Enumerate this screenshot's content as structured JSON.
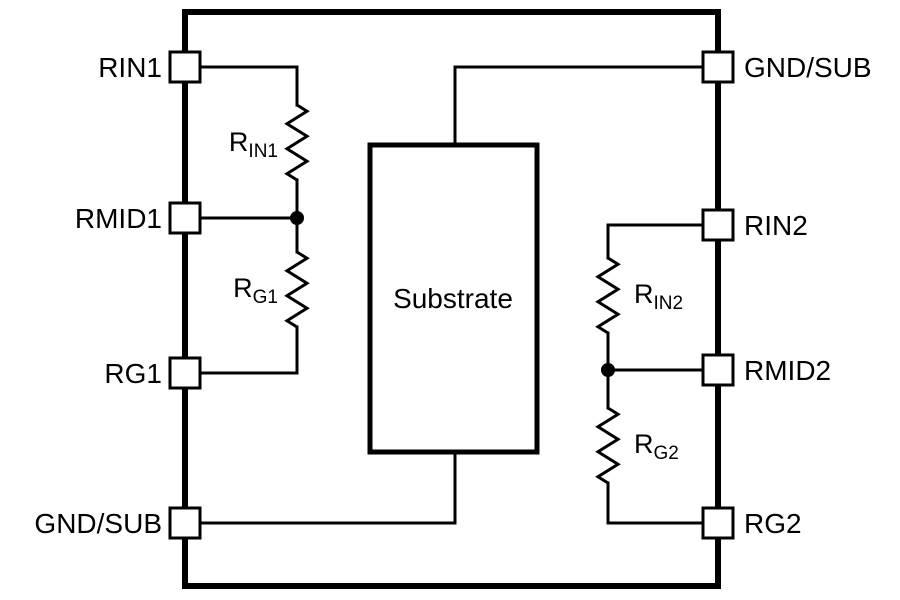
{
  "diagram": {
    "substrate_label": "Substrate",
    "pins": {
      "left": [
        {
          "label": "RIN1"
        },
        {
          "label": "RMID1"
        },
        {
          "label": "RG1"
        },
        {
          "label": "GND/SUB"
        }
      ],
      "right": [
        {
          "label": "GND/SUB"
        },
        {
          "label": "RIN2"
        },
        {
          "label": "RMID2"
        },
        {
          "label": "RG2"
        }
      ]
    },
    "resistors": [
      {
        "prefix": "R",
        "sub": "IN1"
      },
      {
        "prefix": "R",
        "sub": "G1"
      },
      {
        "prefix": "R",
        "sub": "IN2"
      },
      {
        "prefix": "R",
        "sub": "G2"
      }
    ],
    "colors": {
      "line": "#000000",
      "background": "#ffffff"
    }
  }
}
